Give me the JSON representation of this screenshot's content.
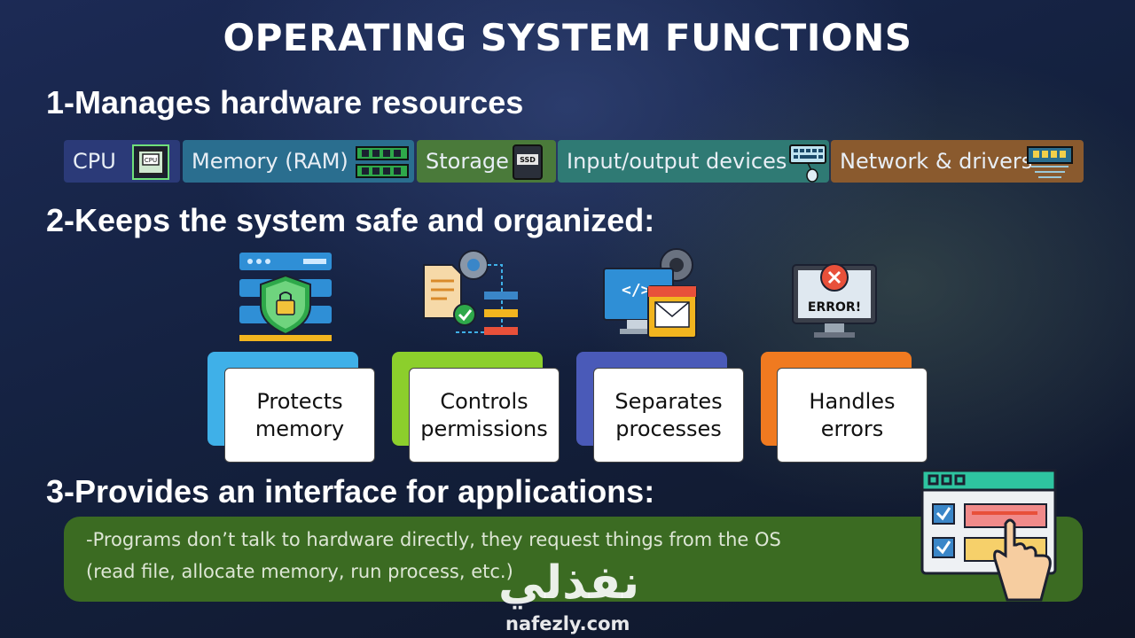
{
  "title": "OPERATING SYSTEM FUNCTIONS",
  "sections": {
    "s1": "1-Manages hardware resources",
    "s2": "2-Keeps the system safe and organized:",
    "s3": "3-Provides an interface for applications:"
  },
  "hardware": [
    {
      "label": "CPU",
      "icon": "cpu-chip-icon",
      "icon_text": "CPU",
      "color": "#2b3a78"
    },
    {
      "label": "Memory (RAM)",
      "icon": "ram-module-icon",
      "color": "#2a6e8f"
    },
    {
      "label": "Storage",
      "icon": "ssd-icon",
      "icon_text": "SSD",
      "color": "#4a7a3a"
    },
    {
      "label": "Input/output devices",
      "icon": "keyboard-mouse-icon",
      "color": "#2f7a74"
    },
    {
      "label": "Network & drivers",
      "icon": "network-card-icon",
      "color": "#8a5a2e"
    }
  ],
  "functions": [
    {
      "line1": "Protects",
      "line2": "memory",
      "icon": "server-shield-lock-icon",
      "accent": "#3fb0e8"
    },
    {
      "line1": "Controls",
      "line2": "permissions",
      "icon": "document-gear-check-icon",
      "accent": "#8ccf2c"
    },
    {
      "line1": "Separates",
      "line2": "processes",
      "icon": "computer-code-window-icon",
      "accent": "#4a5ab8"
    },
    {
      "line1": "Handles",
      "line2": "errors",
      "icon": "monitor-error-icon",
      "accent": "#f07a20",
      "icon_text": "ERROR!"
    }
  ],
  "interface": {
    "line1": "-Programs don’t talk to hardware directly, they request things from the OS",
    "line2": "(read file, allocate memory, run process, etc.)",
    "icon": "app-window-hand-click-icon"
  },
  "watermark": {
    "arabic": "نفذلي",
    "latin": "nafezly.com"
  }
}
